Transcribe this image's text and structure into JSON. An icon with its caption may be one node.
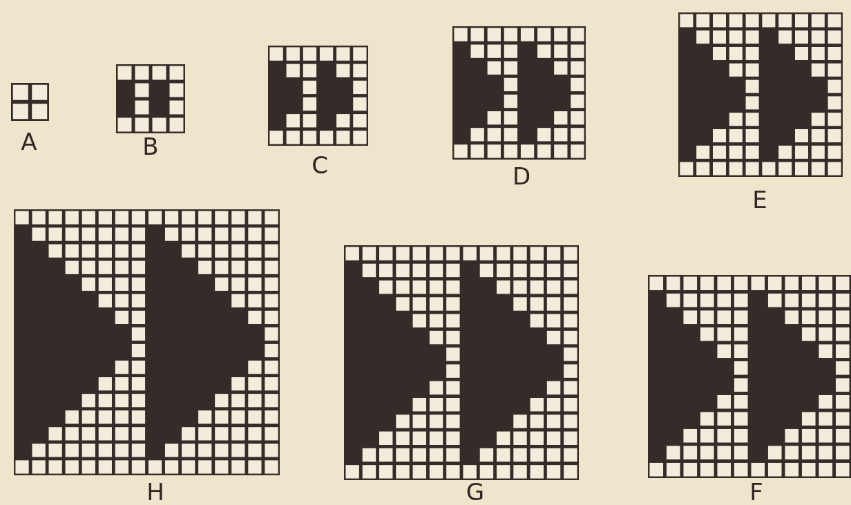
{
  "diagram": {
    "labels": [
      "A",
      "B",
      "C",
      "D",
      "E",
      "H",
      "G",
      "F"
    ]
  }
}
